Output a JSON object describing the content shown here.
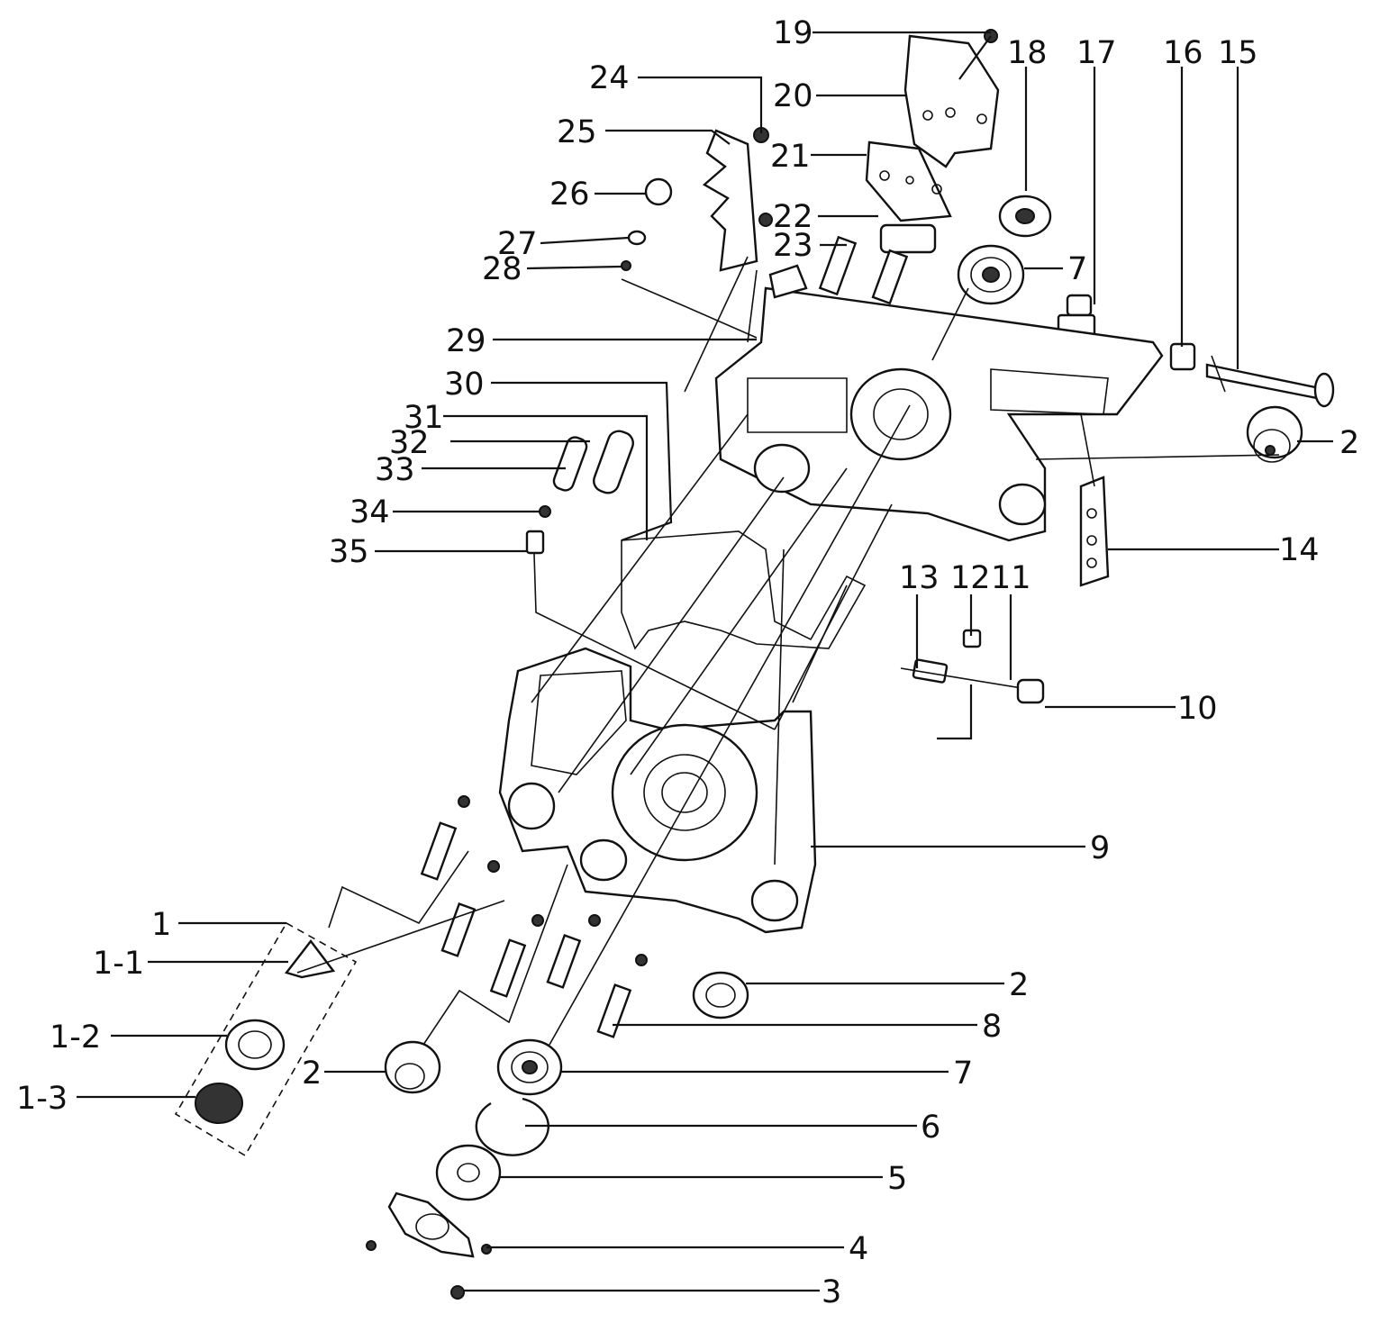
{
  "diagram": {
    "callouts": [
      {
        "id": "19",
        "text": "19"
      },
      {
        "id": "24",
        "text": "24"
      },
      {
        "id": "20",
        "text": "20"
      },
      {
        "id": "18",
        "text": "18"
      },
      {
        "id": "17",
        "text": "17"
      },
      {
        "id": "16",
        "text": "16"
      },
      {
        "id": "15",
        "text": "15"
      },
      {
        "id": "25",
        "text": "25"
      },
      {
        "id": "21",
        "text": "21"
      },
      {
        "id": "26",
        "text": "26"
      },
      {
        "id": "22",
        "text": "22"
      },
      {
        "id": "27",
        "text": "27"
      },
      {
        "id": "23",
        "text": "23"
      },
      {
        "id": "28",
        "text": "28"
      },
      {
        "id": "7a",
        "text": "7"
      },
      {
        "id": "29",
        "text": "29"
      },
      {
        "id": "30",
        "text": "30"
      },
      {
        "id": "31",
        "text": "31"
      },
      {
        "id": "32",
        "text": "32"
      },
      {
        "id": "33",
        "text": "33"
      },
      {
        "id": "2a",
        "text": "2"
      },
      {
        "id": "34",
        "text": "34"
      },
      {
        "id": "35",
        "text": "35"
      },
      {
        "id": "14",
        "text": "14"
      },
      {
        "id": "13",
        "text": "13"
      },
      {
        "id": "12",
        "text": "12"
      },
      {
        "id": "11",
        "text": "11"
      },
      {
        "id": "10",
        "text": "10"
      },
      {
        "id": "9",
        "text": "9"
      },
      {
        "id": "1",
        "text": "1"
      },
      {
        "id": "1-1",
        "text": "1-1"
      },
      {
        "id": "2b",
        "text": "2"
      },
      {
        "id": "8",
        "text": "8"
      },
      {
        "id": "1-2",
        "text": "1-2"
      },
      {
        "id": "2c",
        "text": "2"
      },
      {
        "id": "7b",
        "text": "7"
      },
      {
        "id": "1-3",
        "text": "1-3"
      },
      {
        "id": "6",
        "text": "6"
      },
      {
        "id": "5",
        "text": "5"
      },
      {
        "id": "4",
        "text": "4"
      },
      {
        "id": "3",
        "text": "3"
      }
    ]
  }
}
